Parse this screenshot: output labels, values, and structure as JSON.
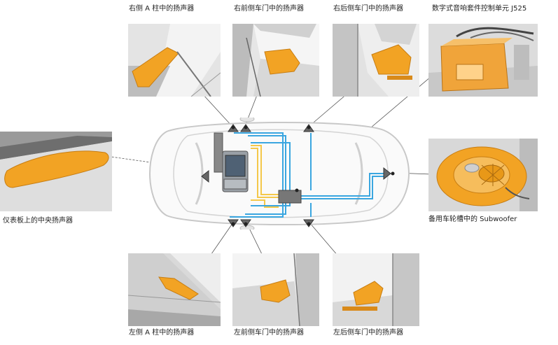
{
  "labels": {
    "right_a_pillar": "右侧 A 柱中的扬声器",
    "right_front_door": "右前侧车门中的扬声器",
    "right_rear_door": "右后侧车门中的扬声器",
    "control_unit": "数字式音响套件控制单元 J525",
    "left_a_pillar": "左侧 A 柱中的扬声器",
    "left_front_door": "左前侧车门中的扬声器",
    "left_rear_door": "左后侧车门中的扬声器",
    "dashboard_center": "仪表板上的中央扬声器",
    "subwoofer": "备用车轮槽中的 Subwoofer"
  },
  "colors": {
    "speaker_highlight": "#f2a324",
    "wire_blue": "#3aa6e0",
    "wire_yellow": "#f4c84a",
    "car_outline": "#c8c8c8",
    "panel_bg": "#dcdcdc"
  }
}
